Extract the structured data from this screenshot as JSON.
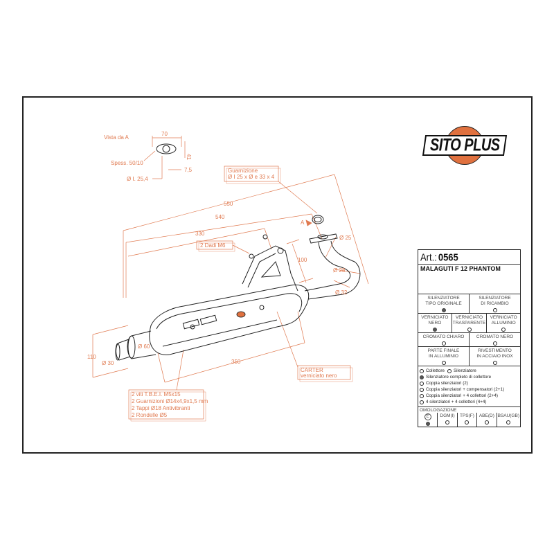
{
  "logo": {
    "text": "SITO PLUS",
    "colors": {
      "circle": "#e0713f",
      "outline": "#111111"
    }
  },
  "colors": {
    "dimension": "#e07a50",
    "drawing_line": "#222222",
    "frame": "#222222"
  },
  "article": {
    "label": "Art.:",
    "number": "0565",
    "model": "MALAGUTI F 12 PHANTOM"
  },
  "table": {
    "type_row": [
      {
        "label_line1": "SILENZIATORE",
        "label_line2": "TIPO ORIGINALE",
        "selected": true
      },
      {
        "label_line1": "SILENZIATORE",
        "label_line2": "DI RICAMBIO",
        "selected": false
      }
    ],
    "finish_row": [
      {
        "label_line1": "VERNICIATO",
        "label_line2": "NERO",
        "selected": true
      },
      {
        "label_line1": "VERNICIATO",
        "label_line2": "TRASPARENTE",
        "selected": false
      },
      {
        "label_line1": "VERNICIATO",
        "label_line2": "ALLUMINIO",
        "selected": false
      }
    ],
    "chrome_row": [
      {
        "label_line1": "CROMATO CHIARO",
        "selected": false
      },
      {
        "label_line1": "CROMATO NERO",
        "selected": false
      }
    ],
    "end_row": [
      {
        "label_line1": "PARTE FINALE",
        "label_line2": "IN ALLUMINIO",
        "selected": false
      },
      {
        "label_line1": "RIVESTIMENTO",
        "label_line2": "IN ACCIAIO INOX",
        "selected": false
      }
    ],
    "components": {
      "collettore": "Collettore",
      "silenziatore": "Silenziatore",
      "items": [
        {
          "label": "Silenziatore completo di collettore",
          "selected": true
        },
        {
          "label": "Coppia silenziatori (2)",
          "selected": false
        },
        {
          "label": "Coppia silenziatori + compensatori (2+1)",
          "selected": false
        },
        {
          "label": "Coppia silenziatori + 4 collettori (2+4)",
          "selected": false
        },
        {
          "label": "4 silenziatori + 4 collettori (4+4)",
          "selected": false
        }
      ]
    },
    "homologation": {
      "title": "OMOLOGAZIONE",
      "items": [
        {
          "label": "E",
          "selected": true
        },
        {
          "label": "DGM(I)",
          "selected": false
        },
        {
          "label": "TPS(F)",
          "selected": false
        },
        {
          "label": "ABE(D)",
          "selected": false
        },
        {
          "label": "BSAU(GB)",
          "selected": false
        }
      ]
    }
  },
  "drawing": {
    "view_label": "Vista da  A",
    "flange_width": "70",
    "flange_height": "41",
    "thickness": "Spess. 50/10",
    "inner_diameter": "Ø I. 25,4",
    "offset": "7,5",
    "gasket_title": "Guarnizione",
    "gasket_spec": "Ø I 25 x Ø e 33 x 4",
    "length_550": "550",
    "length_540": "540",
    "length_330": "330",
    "nuts": "2 Dadi M6",
    "view_marker": "A",
    "dim_100": "100",
    "dia_25": "Ø 25",
    "dia_28": "Ø 28",
    "dia_32": "Ø 32",
    "dia_60": "Ø 60",
    "dia_30": "Ø 30",
    "height_110": "110",
    "length_350": "350",
    "carter_title": "CARTER",
    "carter_spec": "verniciato nero",
    "hardware": [
      "2 viti T.B.E.I. M5x15",
      "2 Guarnizioni Ø14x4,9x1,5 mm",
      "2 Tappi Ø18 Antivibranti",
      "2 Rondelle Ø5"
    ]
  }
}
